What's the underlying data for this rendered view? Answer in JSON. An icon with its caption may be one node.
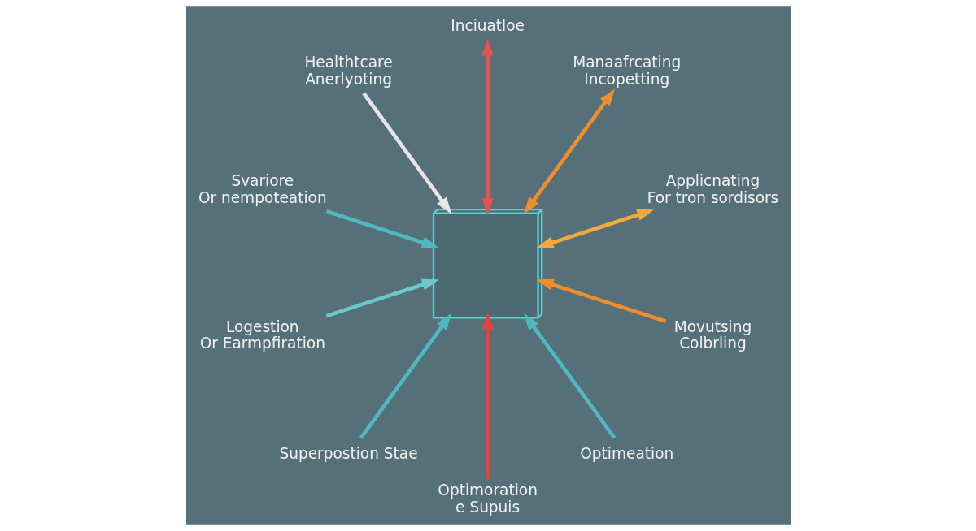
{
  "diagram": {
    "nodes": [
      {
        "text": [
          "Applicnating",
          "For tron sordisors"
        ]
      },
      {
        "text": [
          "Healthtcare",
          "Anerlyoting"
        ]
      },
      {
        "text": [
          "Svariore",
          "Or nempoteation"
        ]
      },
      {
        "text": [
          "Manaafrcating",
          "Incopetting"
        ]
      },
      {
        "text": [
          "Logestion",
          "Or Earmpfiration"
        ]
      },
      {
        "text": [],
        "shape": "cube"
      },
      {
        "text": [
          "Superpostion Stae"
        ]
      },
      {
        "text": [
          "Optimoration",
          "e Supuis"
        ]
      },
      {
        "text": [
          "Optimeation"
        ]
      },
      {
        "text": [
          "Movutsing",
          "Colbrling"
        ]
      },
      {
        "text": [
          "Inciuatloe"
        ]
      }
    ],
    "edges": [
      {
        "from": 5,
        "to": 0,
        "arrow": "both",
        "color": "#f4a93c"
      },
      {
        "from": 1,
        "to": 5,
        "arrow": "to",
        "color": "#e6e6e6"
      },
      {
        "from": 2,
        "to": 5,
        "arrow": "to",
        "color": "#4fb8c0"
      },
      {
        "from": 5,
        "to": 3,
        "arrow": "both",
        "color": "#ee8e2c"
      },
      {
        "from": 4,
        "to": 5,
        "arrow": "to",
        "color": "#6cc9c9"
      },
      {
        "from": 6,
        "to": 5,
        "arrow": "to",
        "color": "#4fb8c0"
      },
      {
        "from": 7,
        "to": 5,
        "arrow": "to",
        "color": "#e0453f"
      },
      {
        "from": 8,
        "to": 5,
        "arrow": "to",
        "color": "#4fb8c0"
      },
      {
        "from": 9,
        "to": 5,
        "arrow": "to",
        "color": "#ee8e2c"
      },
      {
        "from": 5,
        "to": 10,
        "arrow": "both",
        "color": "#e5534d"
      }
    ]
  }
}
